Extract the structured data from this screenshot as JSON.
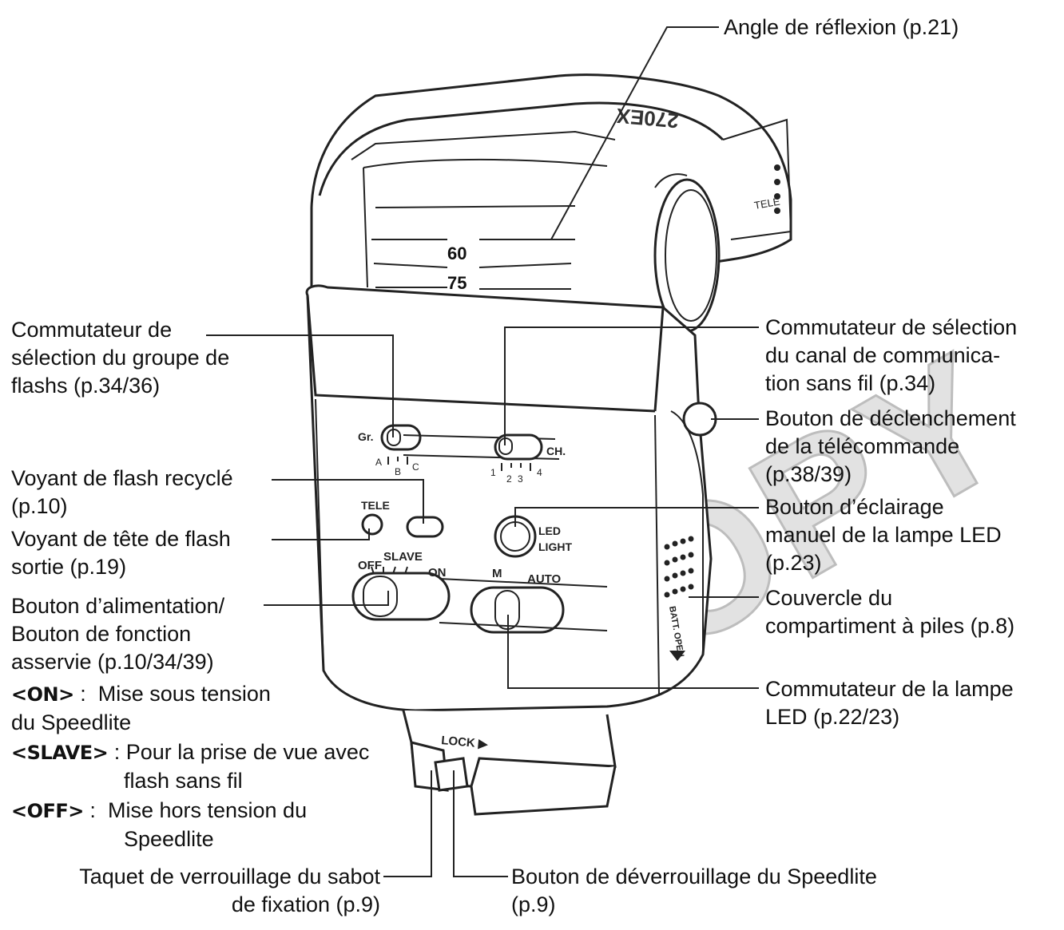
{
  "labels": {
    "bounce_angle": "Angle de réflexion (p.21)",
    "group_switch": [
      "Commutateur de",
      "sélection du groupe de",
      "flashs (p.34/36)"
    ],
    "channel_switch": [
      "Commutateur de sélection",
      "du canal de communica-",
      "tion sans fil (p.34)"
    ],
    "remote_button": [
      "Bouton de déclenchement",
      "de la télécommande",
      "(p.38/39)"
    ],
    "recycle_lamp": [
      "Voyant de flash recyclé",
      "(p.10)"
    ],
    "led_button": [
      "Bouton d’éclairage",
      "manuel de la lampe LED",
      "(p.23)"
    ],
    "head_lamp": [
      "Voyant de tête de flash",
      "sortie (p.19)"
    ],
    "battery_cover": [
      "Couvercle du",
      "compartiment à piles (p.8)"
    ],
    "power_switch": [
      "Bouton d’alimentation/",
      "Bouton de fonction",
      "asservie (p.10/34/39)"
    ],
    "led_switch": [
      "Commutateur de la lampe",
      "LED (p.22/23)"
    ],
    "lock_pin": [
      "Taquet de verrouillage du sabot",
      "de fixation (p.9)"
    ],
    "release_button": [
      "Bouton de déverrouillage du Speedlite",
      "(p.9)"
    ]
  },
  "settings": [
    {
      "key": "<ON>",
      "sep": " :",
      "text": [
        "Mise sous tension",
        "du Speedlite"
      ]
    },
    {
      "key": "<SLAVE>",
      "sep": " :",
      "text": [
        "Pour la prise de vue avec",
        "flash sans fil"
      ]
    },
    {
      "key": "<OFF>",
      "sep": " :",
      "text": [
        "Mise hors tension du",
        "Speedlite"
      ]
    }
  ],
  "device_markings": {
    "brand": "270EX",
    "tele": "TELE",
    "angle_60": "60",
    "angle_75": "75",
    "gr": "Gr.",
    "ch": "CH.",
    "group_abc": [
      "A",
      "B",
      "C"
    ],
    "channels": [
      "1",
      "2",
      "3",
      "4"
    ],
    "tele_small": "TELE",
    "led": "LED",
    "light": "LIGHT",
    "slave": "SLAVE",
    "off": "OFF",
    "on": "ON",
    "m": "M",
    "auto": "AUTO",
    "lock": "LOCK ▶",
    "batt_open": "BATT. OPEN",
    "watermark": "COPY"
  },
  "colors": {
    "line": "#222222",
    "watermark": "#d0d0d0"
  }
}
